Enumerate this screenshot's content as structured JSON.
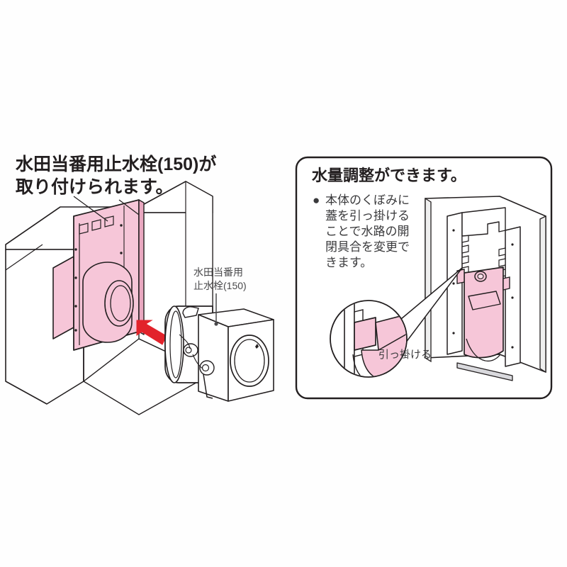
{
  "page": {
    "background": "#fefefe",
    "ink": "#231f20",
    "pink": "#f6c6d8",
    "pink_dark": "#e9a8c0",
    "pink_light": "#fbdfe9",
    "red_arrow": "#e2232b",
    "gray_face": "#ffffff",
    "gray_edge": "#7a7a7e"
  },
  "left_section": {
    "title_line1": "水田当番用止水栓(150)が",
    "title_line2": "取り付けられます。",
    "part_label_line1": "水田当番用",
    "part_label_line2": "止水栓(150)",
    "arrow_name": "insertion-direction-arrow",
    "illustration_name": "concrete-channel-with-pink-plate-and-valve"
  },
  "right_panel": {
    "heading": "水量調整ができます。",
    "bullet_marker": "●",
    "bullet_lines": [
      "本体のくぼみに",
      "蓋を引っ掛ける",
      "ことで水路の開",
      "閉具合を変更で",
      "きます。"
    ],
    "callout_text": "引っ掛ける",
    "illustration_name": "sluice-gate-with-notched-rails",
    "magnifier_name": "detail-magnifier-circle"
  }
}
